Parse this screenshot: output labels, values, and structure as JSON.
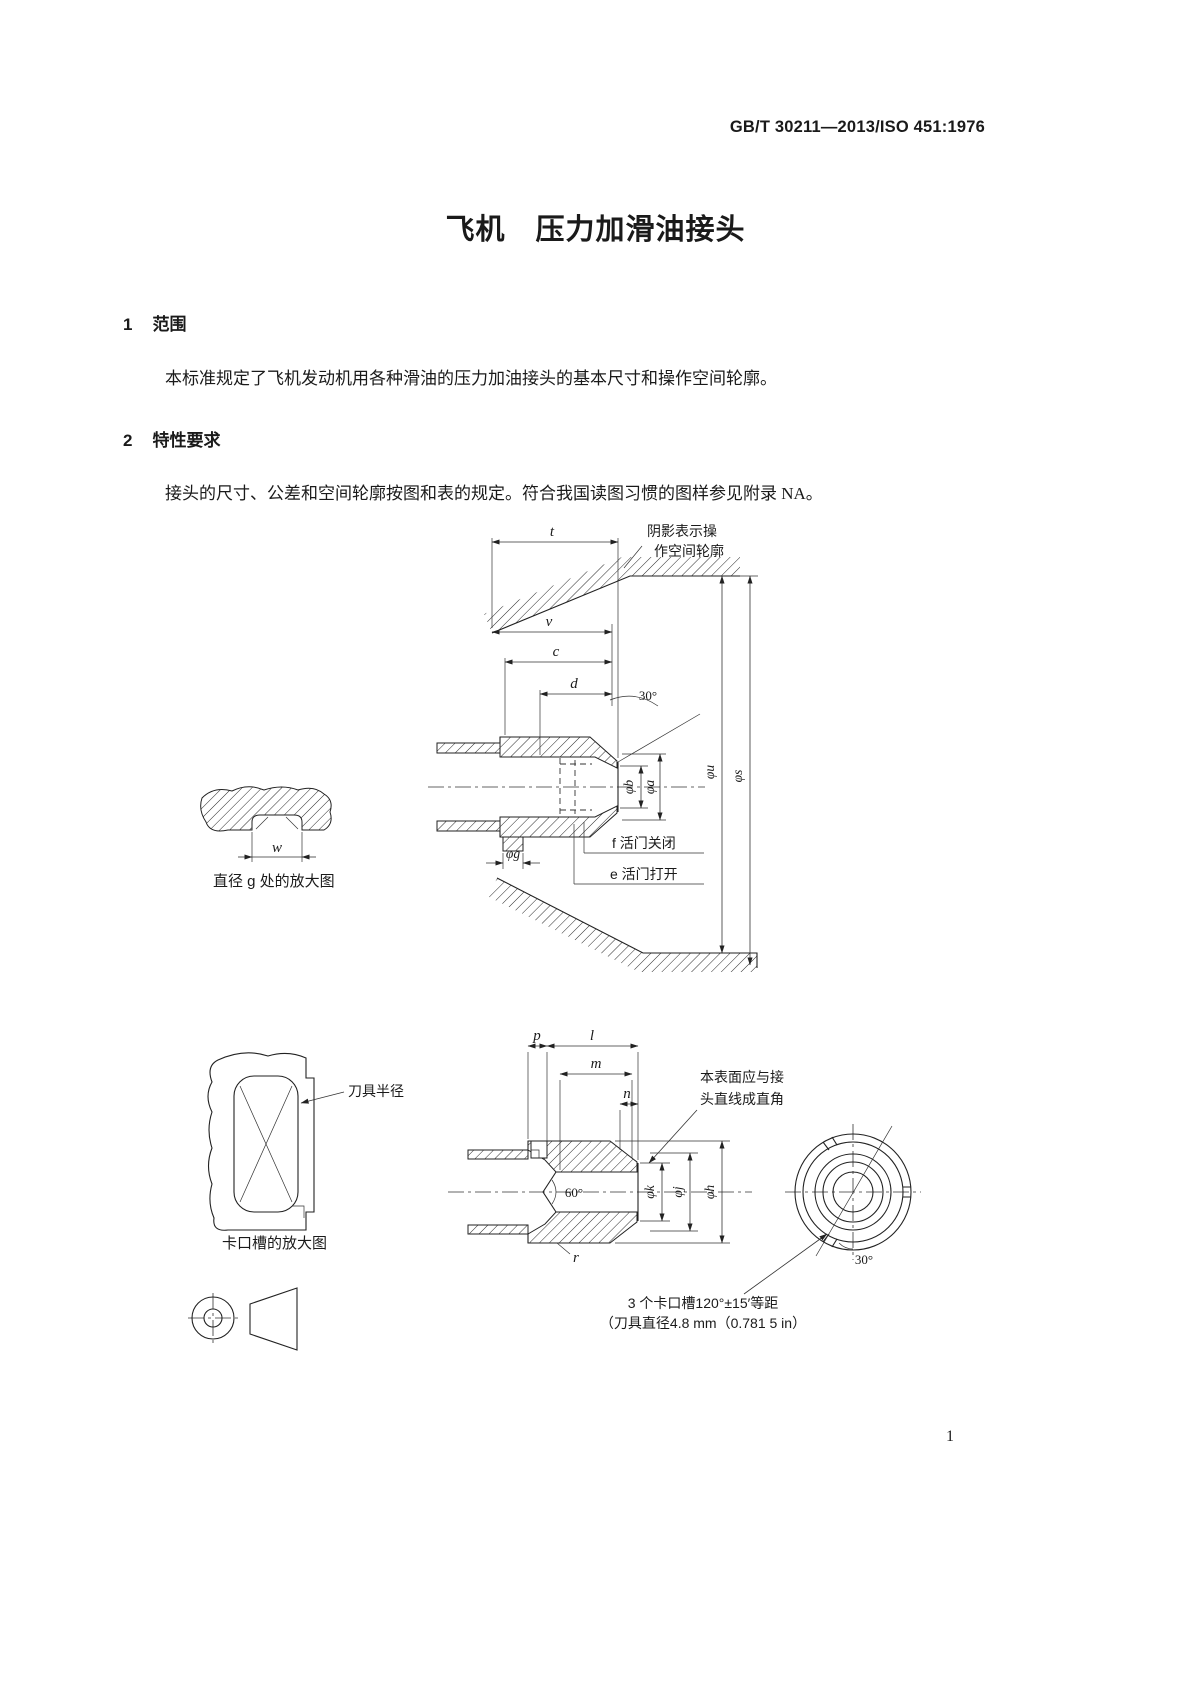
{
  "header": {
    "standard_code": "GB/T 30211—2013/ISO 451:1976"
  },
  "title": "飞机　压力加滑油接头",
  "sections": [
    {
      "number": "1",
      "heading": "范围",
      "body": "本标准规定了飞机发动机用各种滑油的压力加油接头的基本尺寸和操作空间轮廓。"
    },
    {
      "number": "2",
      "heading": "特性要求",
      "body": "接头的尺寸、公差和空间轮廓按图和表的规定。符合我国读图习惯的图样参见附录 NA。"
    }
  ],
  "figure": {
    "shade_note": {
      "line1": "阴影表示操",
      "line2": "作空间轮廓"
    },
    "dims": {
      "t": "t",
      "v": "v",
      "c": "c",
      "d": "d",
      "w": "w",
      "p": "p",
      "l": "l",
      "m": "m",
      "n": "n",
      "r": "r",
      "phi_b": "φb",
      "phi_a": "φa",
      "phi_u": "φu",
      "phi_s": "φs",
      "phi_g": "φg",
      "phi_k": "φk",
      "phi_j": "φj",
      "phi_h": "φh",
      "angle30": "30°",
      "angle60": "60°"
    },
    "valve_closed_label": "f 活门关闭",
    "valve_open_label": "e 活门打开",
    "enlarged_g_caption": "直径 g 处的放大图",
    "tool_radius_label": "刀具半径",
    "bayonet_caption": "卡口槽的放大图",
    "surface_note": {
      "line1": "本表面应与接",
      "line2": "头直线成直角"
    },
    "slot_note": {
      "line1": "3 个卡口槽120°±15′等距",
      "line2": "（刀具直径4.8 mm（0.781 5 in）"
    }
  },
  "footer": {
    "page_number": "1"
  }
}
